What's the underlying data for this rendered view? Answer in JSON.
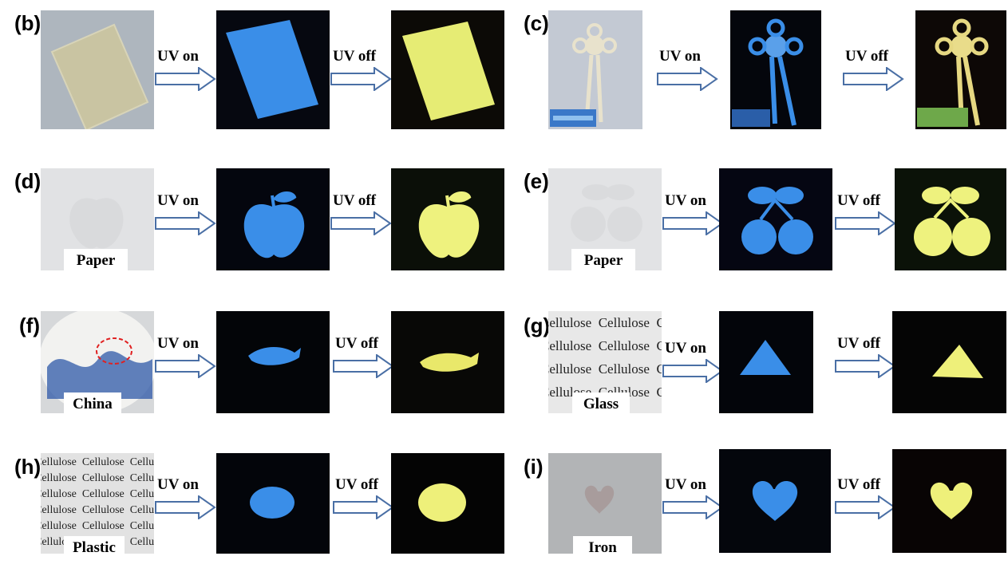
{
  "panels": {
    "b": {
      "label": "(b)"
    },
    "c": {
      "label": "(c)"
    },
    "d": {
      "label": "(d)",
      "caption": "Paper"
    },
    "e": {
      "label": "(e)",
      "caption": "Paper"
    },
    "f": {
      "label": "(f)",
      "caption": "China"
    },
    "g": {
      "label": "(g)",
      "caption": "Glass",
      "background_word": "Cellulose"
    },
    "h": {
      "label": "(h)",
      "caption": "Plastic",
      "background_word": "Cellulose"
    },
    "i": {
      "label": "(i)",
      "caption": "Iron"
    }
  },
  "arrows": {
    "on": "UV on",
    "off": "UV off"
  },
  "colors": {
    "uv_on_glow": "#3a8ee8",
    "uv_off_glow": "#e9f07a",
    "dark_bg": "#060810",
    "arrow_stroke": "#4a6fa5"
  }
}
